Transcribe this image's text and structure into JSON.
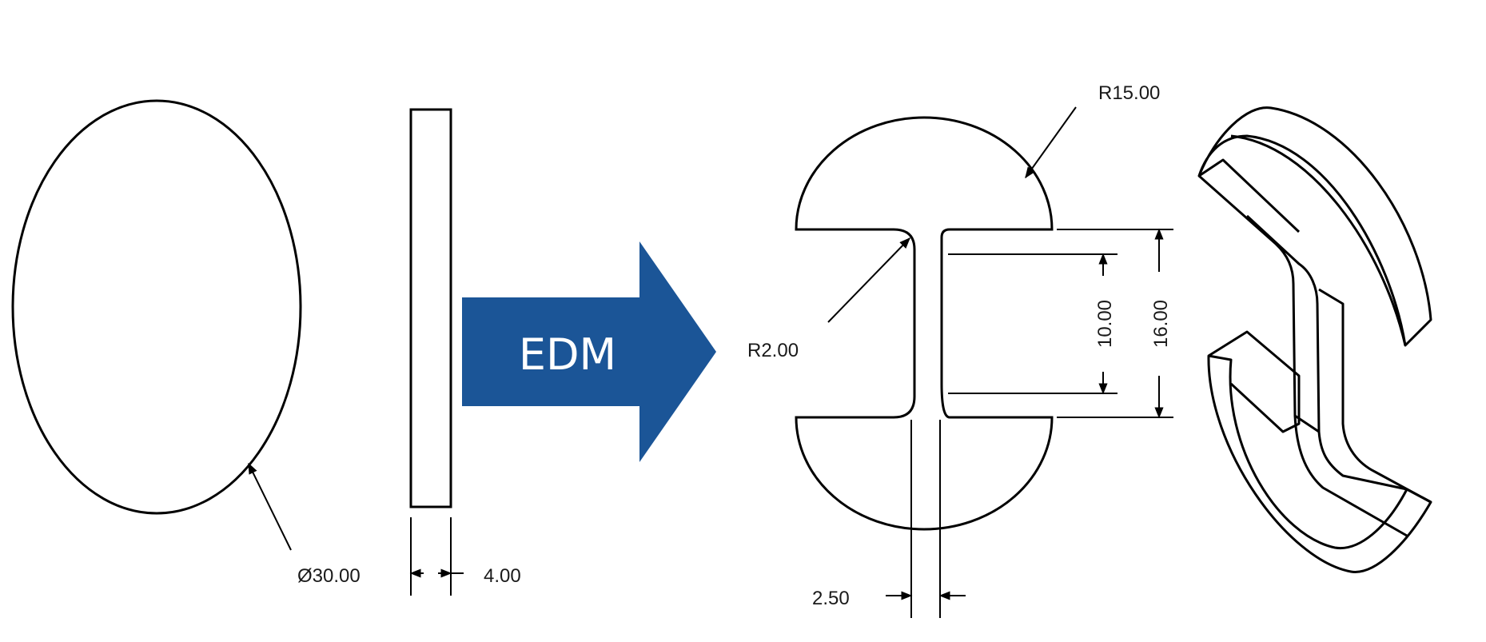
{
  "colors": {
    "arrow_fill": "#1b5597",
    "line": "#000000",
    "background": "#ffffff"
  },
  "process": {
    "arrow_label": "EDM"
  },
  "blank": {
    "diameter_label": "Ø30.00",
    "thickness_label": "4.00"
  },
  "part": {
    "outer_radius_label": "R15.00",
    "fillet_radius_label": "R2.00",
    "slot_width_label": "2.50",
    "inner_height_label": "10.00",
    "outer_height_label": "16.00"
  }
}
